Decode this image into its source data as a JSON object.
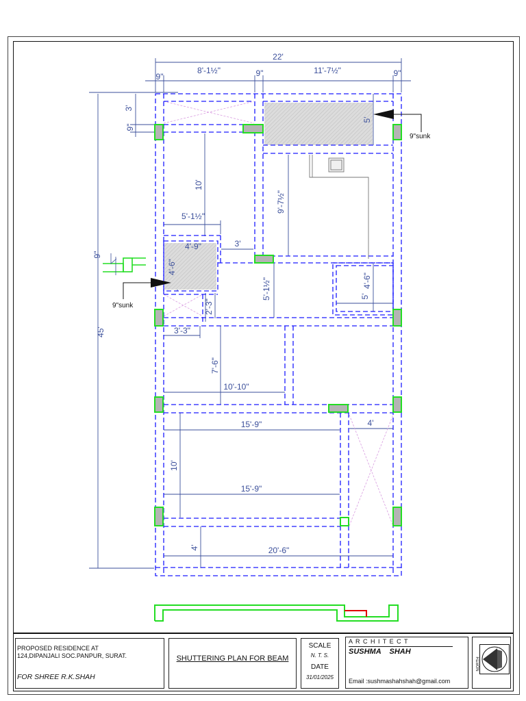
{
  "drawing": {
    "title": "SHUTTERING PLAN FOR BEAM",
    "colors": {
      "beam_dashed": "#1a1aff",
      "dimension": "#3a4e9a",
      "column_outline": "#22dd22",
      "column_fill": "#b4b4b4",
      "opening_cross": "#d89be0",
      "sunk_hatch": "#d8d8d8",
      "red_mark": "#e00000"
    },
    "dimensions_top": {
      "overall": "22'",
      "wall_left": "9\"",
      "span_left": "8'-1½\"",
      "wall_mid": "9\"",
      "span_right": "11'-7½\"",
      "wall_right": "9\""
    },
    "dimensions_left": {
      "overall": "45'",
      "top_strip": "3'",
      "beam_9": "9\"",
      "step_9": "9\""
    },
    "interior_dimensions": [
      "10'",
      "5'-1½\"",
      "3'",
      "4'-9\"",
      "4'-6\"",
      "2'-3\"",
      "3'-3\"",
      "9'-7½\"",
      "5'",
      "5'-1½\"",
      "4'-6\"",
      "5'",
      "7'-6\"",
      "10'-10\"",
      "15'-9\"",
      "10'",
      "15'-9\"",
      "4'",
      "4'",
      "20'-6\""
    ],
    "annotations": {
      "sunk_top": "9\"sunk",
      "sunk_left": "9\"sunk"
    }
  },
  "titleblock": {
    "project_line1": "PROPOSED RESIDENCE AT",
    "project_line2": "124,DIPANJALI SOC.PANPUR, SURAT.",
    "client": "FOR SHREE  R.K.SHAH",
    "sheet_title": "SHUTTERING PLAN FOR BEAM",
    "scale_label": "SCALE",
    "scale_value": "N. T. S.",
    "date_label": "DATE",
    "date_value": "31/01/2025",
    "architect_label": "A R C H I T E C T",
    "architect_name": "SUSHMA    SHAH",
    "email": "Email :sushmashahshah@gmail.com",
    "north_label": "NORTH"
  }
}
